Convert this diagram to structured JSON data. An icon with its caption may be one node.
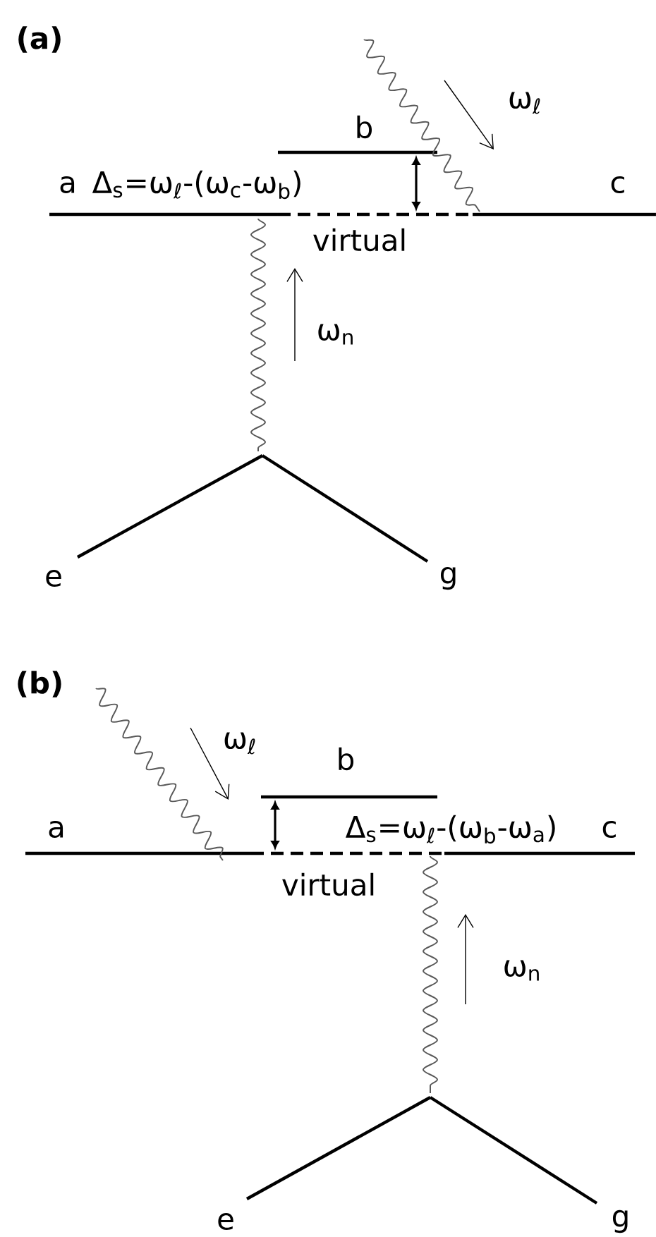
{
  "diagram": {
    "labels": [
      "(a)",
      "ω$_{ℓ}$",
      "b",
      "a",
      "Δ$_{s}$=ω$_{ℓ}$-(ω$_{c}$-ω$_{b}$)",
      "c",
      "virtual",
      "ω$_{n}$",
      "e",
      "g",
      "(b)",
      "ω$_{ℓ}$",
      "b",
      "a",
      "Δ$_{s}$=ω$_{ℓ}$-(ω$_{b}$-ω$_{a}$)",
      "c",
      "virtual",
      "ω$_{n}$",
      "e",
      "g"
    ]
  }
}
